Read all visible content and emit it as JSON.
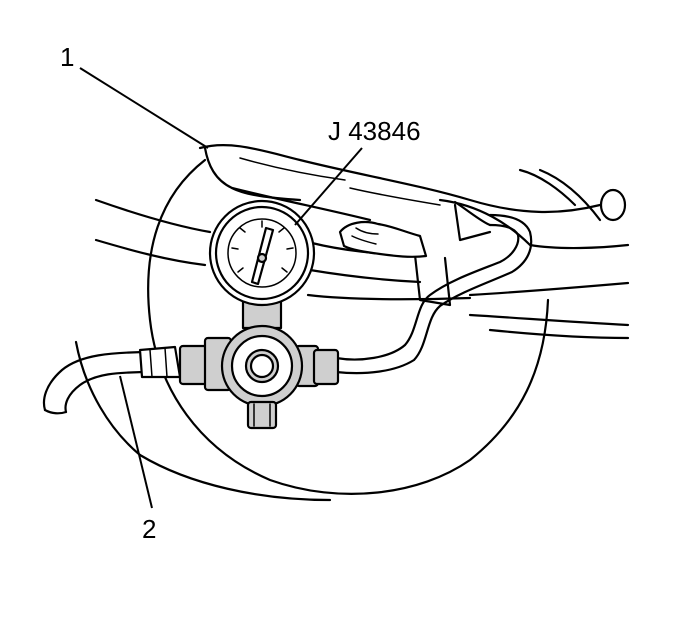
{
  "callouts": {
    "part_1": "1",
    "part_2": "2",
    "tool": "J 43846"
  }
}
